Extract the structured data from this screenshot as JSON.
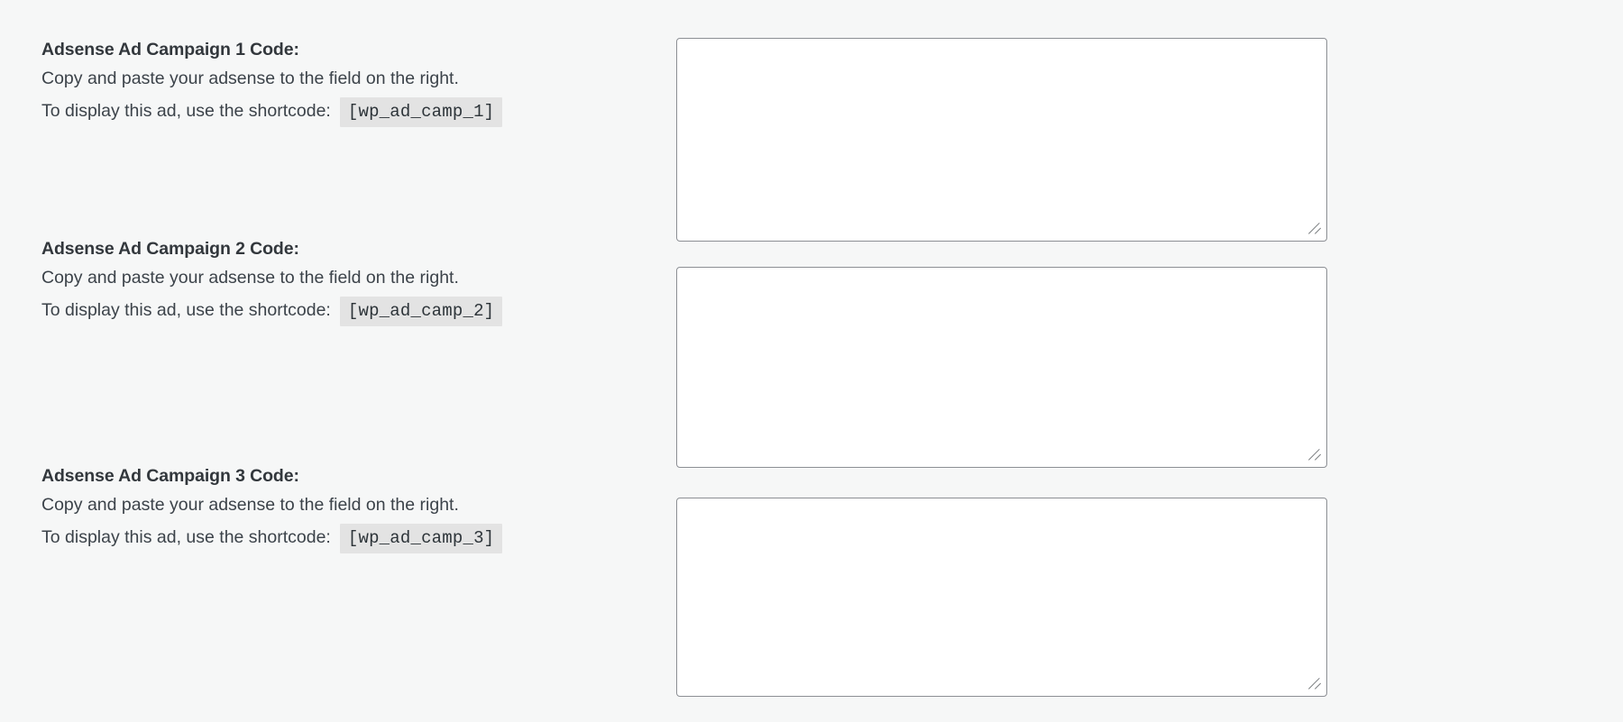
{
  "page": {
    "background_color": "#f6f7f7",
    "textarea_border_color": "#8c8f94",
    "shortcode_badge_color": "#e3e3e3",
    "heading_color": "#32373c",
    "body_text_color": "#3c434a"
  },
  "campaigns": [
    {
      "title": "Adsense Ad Campaign 1 Code:",
      "description": "Copy and paste your adsense to the field on the right.",
      "shortcode_prefix": "To display this ad, use the shortcode:",
      "shortcode": "[wp_ad_camp_1]",
      "textarea_value": "",
      "textarea_placeholder": ""
    },
    {
      "title": "Adsense Ad Campaign 2 Code:",
      "description": "Copy and paste your adsense to the field on the right.",
      "shortcode_prefix": "To display this ad, use the shortcode:",
      "shortcode": "[wp_ad_camp_2]",
      "textarea_value": "",
      "textarea_placeholder": ""
    },
    {
      "title": "Adsense Ad Campaign 3 Code:",
      "description": "Copy and paste your adsense to the field on the right.",
      "shortcode_prefix": "To display this ad, use the shortcode:",
      "shortcode": "[wp_ad_camp_3]",
      "textarea_value": "",
      "textarea_placeholder": ""
    }
  ]
}
